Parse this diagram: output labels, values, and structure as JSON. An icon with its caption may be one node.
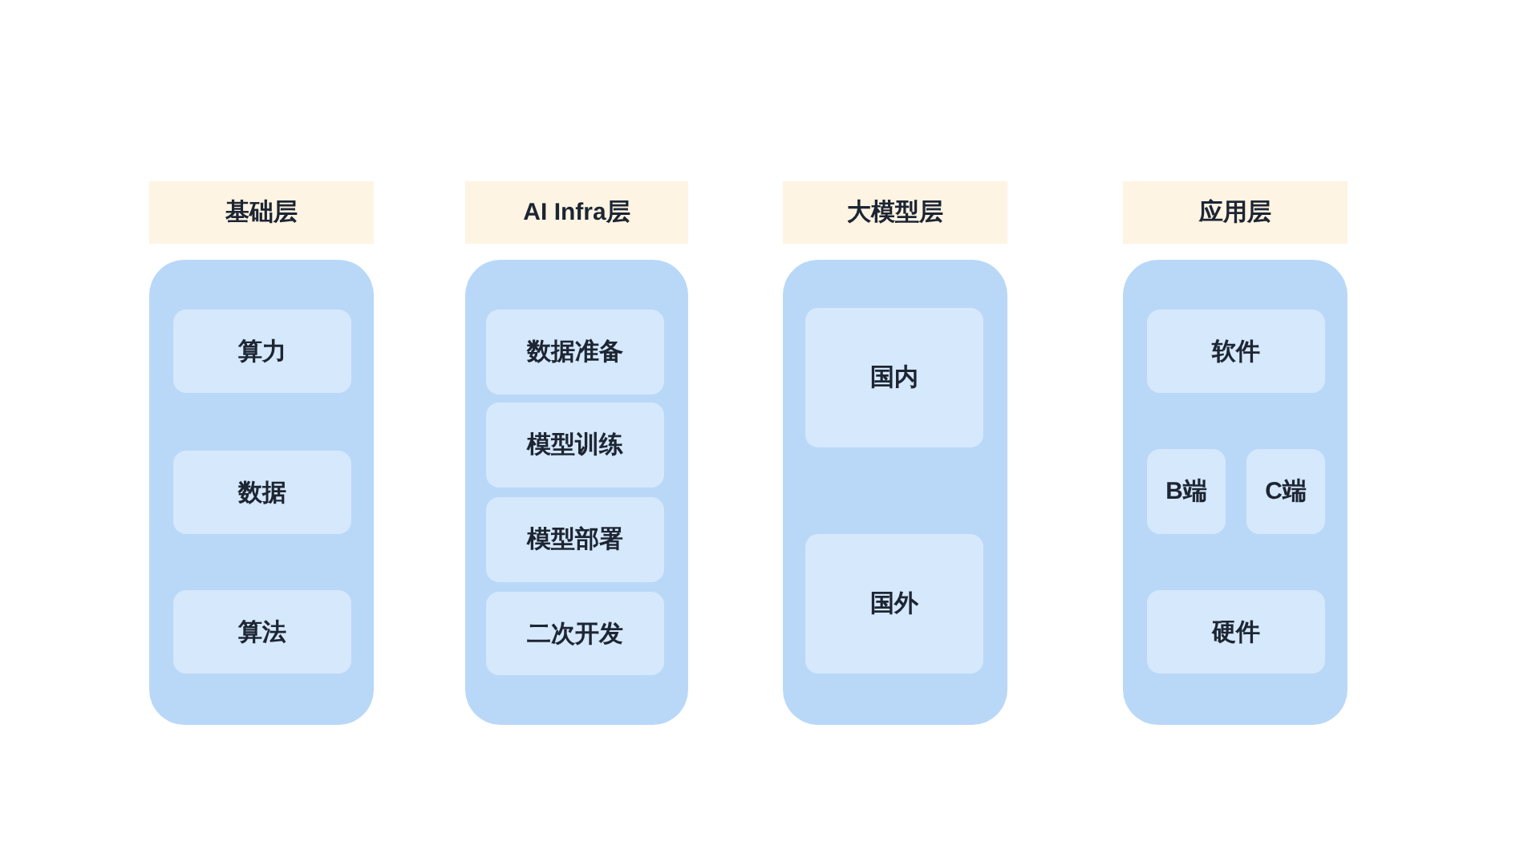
{
  "diagram": {
    "nodes": [
      {
        "text": [
          "基础层"
        ]
      },
      {
        "text": [],
        "shape": "box"
      },
      {
        "text": [
          "算力"
        ],
        "in": 1
      },
      {
        "text": [
          "数据"
        ],
        "in": 1
      },
      {
        "text": [
          "算法"
        ],
        "in": 1
      },
      {
        "text": [
          "AI Infra层"
        ]
      },
      {
        "text": [],
        "shape": "box"
      },
      {
        "text": [
          "数据准备"
        ],
        "in": 6
      },
      {
        "text": [
          "模型训练"
        ],
        "in": 6
      },
      {
        "text": [
          "模型部署"
        ],
        "in": 6
      },
      {
        "text": [
          "二次开发"
        ],
        "in": 6
      },
      {
        "text": [
          "大模型层"
        ]
      },
      {
        "text": [],
        "shape": "box"
      },
      {
        "text": [
          "国内"
        ],
        "in": 12
      },
      {
        "text": [
          "国外"
        ],
        "in": 12
      },
      {
        "text": [
          "应用层"
        ]
      },
      {
        "text": [],
        "shape": "box"
      },
      {
        "text": [
          "软件"
        ],
        "in": 16
      },
      {
        "text": [
          "B端"
        ],
        "in": 16
      },
      {
        "text": [
          "C端"
        ],
        "in": 16
      },
      {
        "text": [
          "硬件"
        ],
        "in": 16
      }
    ]
  }
}
